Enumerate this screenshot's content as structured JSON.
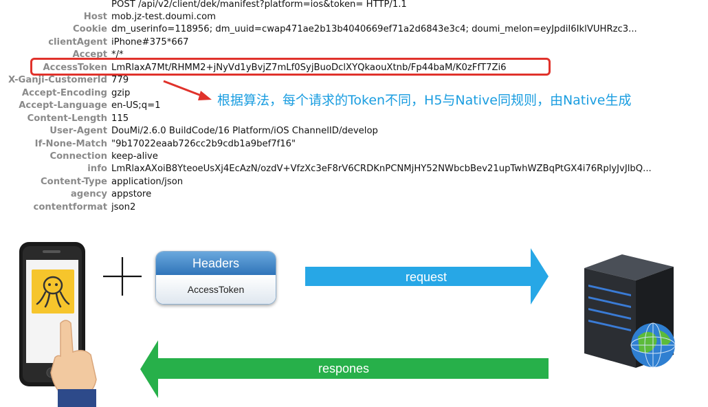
{
  "request_headers": {
    "request_line": "POST /api/v2/client/dek/manifest?platform=ios&token= HTTP/1.1",
    "rows": [
      {
        "key": "Host",
        "value": "mob.jz-test.doumi.com"
      },
      {
        "key": "Cookie",
        "value": "dm_userinfo=118956; dm_uuid=cwap471ae2b13b4040669ef71a2d6843e3c4; doumi_melon=eyJpdiI6IklVUHRzc3..."
      },
      {
        "key": "clientAgent",
        "value": "iPhone#375*667"
      },
      {
        "key": "Accept",
        "value": "*/*"
      },
      {
        "key": "AccessToken",
        "value": "LmRlaxA7Mt/RHMM2+jNyVd1yBvjZ7mLf0SyjBuoDclXYQkaouXtnb/Fp44baM/K0zFfT7Zi6"
      },
      {
        "key": "X-Ganji-CustomerId",
        "value": "779"
      },
      {
        "key": "Accept-Encoding",
        "value": "gzip"
      },
      {
        "key": "Accept-Language",
        "value": "en-US;q=1"
      },
      {
        "key": "Content-Length",
        "value": "115"
      },
      {
        "key": "User-Agent",
        "value": "DouMi/2.6.0 BuildCode/16 Platform/iOS ChannelID/develop"
      },
      {
        "key": "If-None-Match",
        "value": "\"9b17022eaab726cc2b9cdb1a9bef7f16\""
      },
      {
        "key": "Connection",
        "value": "keep-alive"
      },
      {
        "key": "info",
        "value": "LmRlaxAXoiB8YteoeUsXj4EcAzN/ozdV+VfzXc3eF8rV6CRDKnPCNMjHY52NWbcbBev21upTwhWZBqPtGX4i76RplyJvJlbQ..."
      },
      {
        "key": "Content-Type",
        "value": "application/json"
      },
      {
        "key": "agency",
        "value": "appstore"
      },
      {
        "key": "contentformat",
        "value": "json2"
      }
    ]
  },
  "annotation": "根据算法，每个请求的Token不同，H5与Native同规则，由Native生成",
  "headers_card": {
    "title": "Headers",
    "item": "AccessToken"
  },
  "arrows": {
    "request_label": "request",
    "response_label": "respones"
  },
  "colors": {
    "highlight": "#e0322b",
    "annotation": "#1a9de0",
    "request_arrow": "#27a7e6",
    "response_arrow": "#27b04a",
    "app_icon_bg": "#f6c52c"
  },
  "icons": {
    "phone": "smartphone-with-hand-icon",
    "app": "octopus-app-icon",
    "plus": "plus-icon",
    "server": "server-with-globe-icon"
  }
}
